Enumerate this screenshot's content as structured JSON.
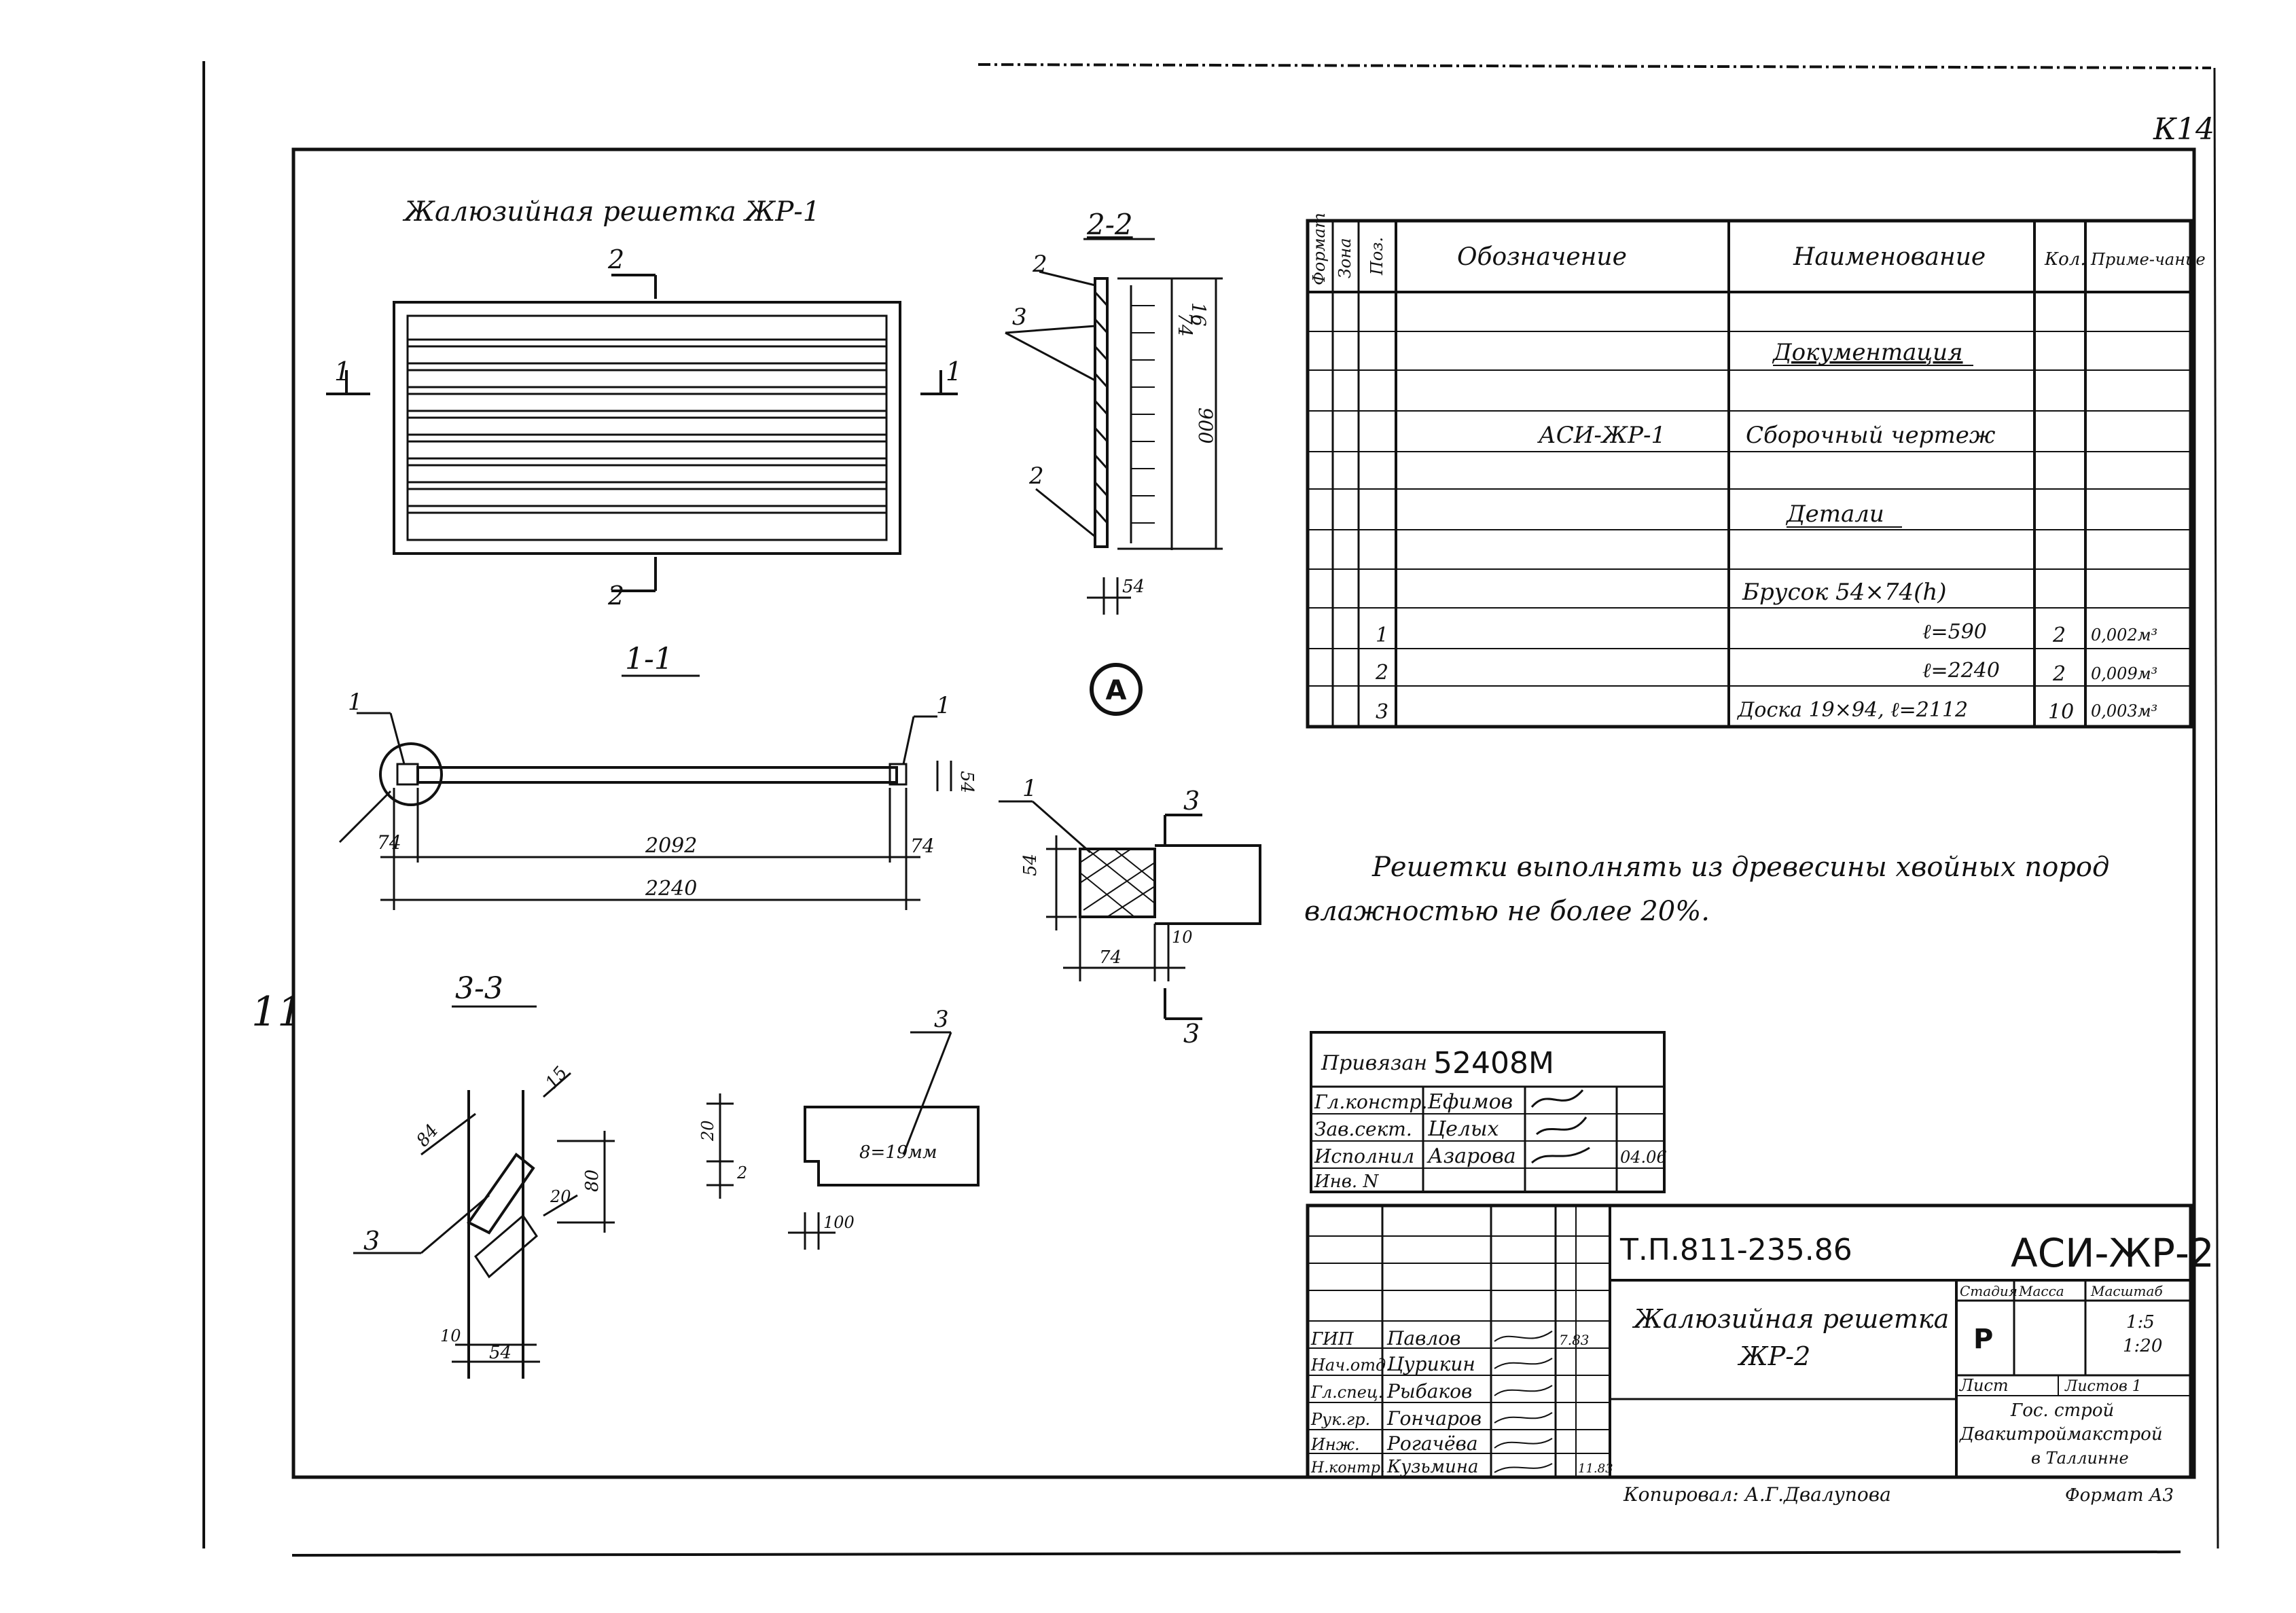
{
  "sheet": {
    "corner_mark": "К14",
    "left_margin_mark": "11"
  },
  "views": {
    "title": "Жалюзийная решетка ЖР-1",
    "section_2_2": "2-2",
    "section_1_1": "1-1",
    "section_3_3": "3-3",
    "node_label": "A",
    "cut_labels": [
      "1",
      "1",
      "2",
      "2",
      "3",
      "3"
    ],
    "dimensions": {
      "height_900": "900",
      "slat_54": "54",
      "slat_74": "74",
      "inner_2092": "2092",
      "overall_2240": "2240",
      "v_16": "16",
      "v_74": "74",
      "node_54": "54",
      "node_74": "74",
      "node_10": "10",
      "node_side": "54",
      "s33_84": "84",
      "s33_80": "80",
      "s33_15": "15",
      "s33_10": "10",
      "s33_54": "54",
      "s33_20": "20",
      "board_20": "20",
      "board_2": "2",
      "board_100": "100",
      "board_thk": "8=19мм"
    },
    "leaders": [
      "1",
      "1",
      "2",
      "2",
      "3",
      "3",
      "1",
      "3"
    ]
  },
  "spec_table": {
    "headers": [
      "Формат",
      "Зона",
      "Поз.",
      "Обозначение",
      "Наименование",
      "Кол.",
      "Приме-чание"
    ],
    "rows": [
      {
        "fmt": "",
        "zone": "",
        "pos": "",
        "designation": "",
        "name": "",
        "qty": "",
        "note": ""
      },
      {
        "fmt": "",
        "zone": "",
        "pos": "",
        "designation": "",
        "name": "Документация",
        "qty": "",
        "note": ""
      },
      {
        "fmt": "",
        "zone": "",
        "pos": "",
        "designation": "",
        "name": "",
        "qty": "",
        "note": ""
      },
      {
        "fmt": "",
        "zone": "",
        "pos": "",
        "designation": "АСИ-ЖР-1",
        "name": "Сборочный чертеж",
        "qty": "",
        "note": ""
      },
      {
        "fmt": "",
        "zone": "",
        "pos": "",
        "designation": "",
        "name": "",
        "qty": "",
        "note": ""
      },
      {
        "fmt": "",
        "zone": "",
        "pos": "",
        "designation": "",
        "name": "Детали",
        "qty": "",
        "note": ""
      },
      {
        "fmt": "",
        "zone": "",
        "pos": "",
        "designation": "",
        "name": "",
        "qty": "",
        "note": ""
      },
      {
        "fmt": "",
        "zone": "",
        "pos": "",
        "designation": "",
        "name": "Брусок 54×74(h)",
        "qty": "",
        "note": ""
      },
      {
        "fmt": "",
        "zone": "",
        "pos": "1",
        "designation": "",
        "name": "ℓ=590",
        "qty": "2",
        "note": "0,002м³"
      },
      {
        "fmt": "",
        "zone": "",
        "pos": "2",
        "designation": "",
        "name": "ℓ=2240",
        "qty": "2",
        "note": "0,009м³"
      },
      {
        "fmt": "",
        "zone": "",
        "pos": "3",
        "designation": "",
        "name": "Доска 19×94, ℓ=2112",
        "qty": "10",
        "note": "0,003м³"
      }
    ]
  },
  "note": {
    "line1": "Решетки выполнять из древесины хвойных пород",
    "line2": "влажностью не более 20%."
  },
  "binding_stamp": {
    "bound_label": "Привязан",
    "bound_number": "52408М",
    "rows": [
      {
        "role": "Гл.констр.",
        "name": "Ефимов",
        "date": ""
      },
      {
        "role": "Зав.сект.",
        "name": "Целых",
        "date": ""
      },
      {
        "role": "Исполнил",
        "name": "Азарова",
        "date": "04.06"
      },
      {
        "role": "Инв. N",
        "name": "",
        "date": ""
      }
    ]
  },
  "title_block": {
    "code": "Т.П.811-235.86",
    "sheet_code": "АСИ-ЖР-2",
    "title_line1": "Жалюзийная решетка",
    "title_line2": "ЖР-2",
    "stage_header": [
      "Стадия",
      "Масса",
      "Масштаб"
    ],
    "stage": "Р",
    "scale_1": "1:5",
    "scale_2": "1:20",
    "sheet_row": [
      "Лист",
      "Листов 1"
    ],
    "org_line1": "Гос. строй",
    "org_line2": "Двакитроймакстрой",
    "org_line3": "в Таллинне",
    "people": [
      {
        "role": "ГИП",
        "name": "Павлов",
        "date": "7.83"
      },
      {
        "role": "Нач.отд.",
        "name": "Цурикин",
        "date": ""
      },
      {
        "role": "Гл.спец.",
        "name": "Рыбаков",
        "date": ""
      },
      {
        "role": "Рук.гр.",
        "name": "Гончаров",
        "date": ""
      },
      {
        "role": "Инж.",
        "name": "Рогачёва",
        "date": ""
      },
      {
        "role": "Н.контр.",
        "name": "Кузьмина",
        "date": "11.83"
      }
    ],
    "copied": "Копировал: А.Г.Двалупова",
    "format": "Формат А3"
  }
}
